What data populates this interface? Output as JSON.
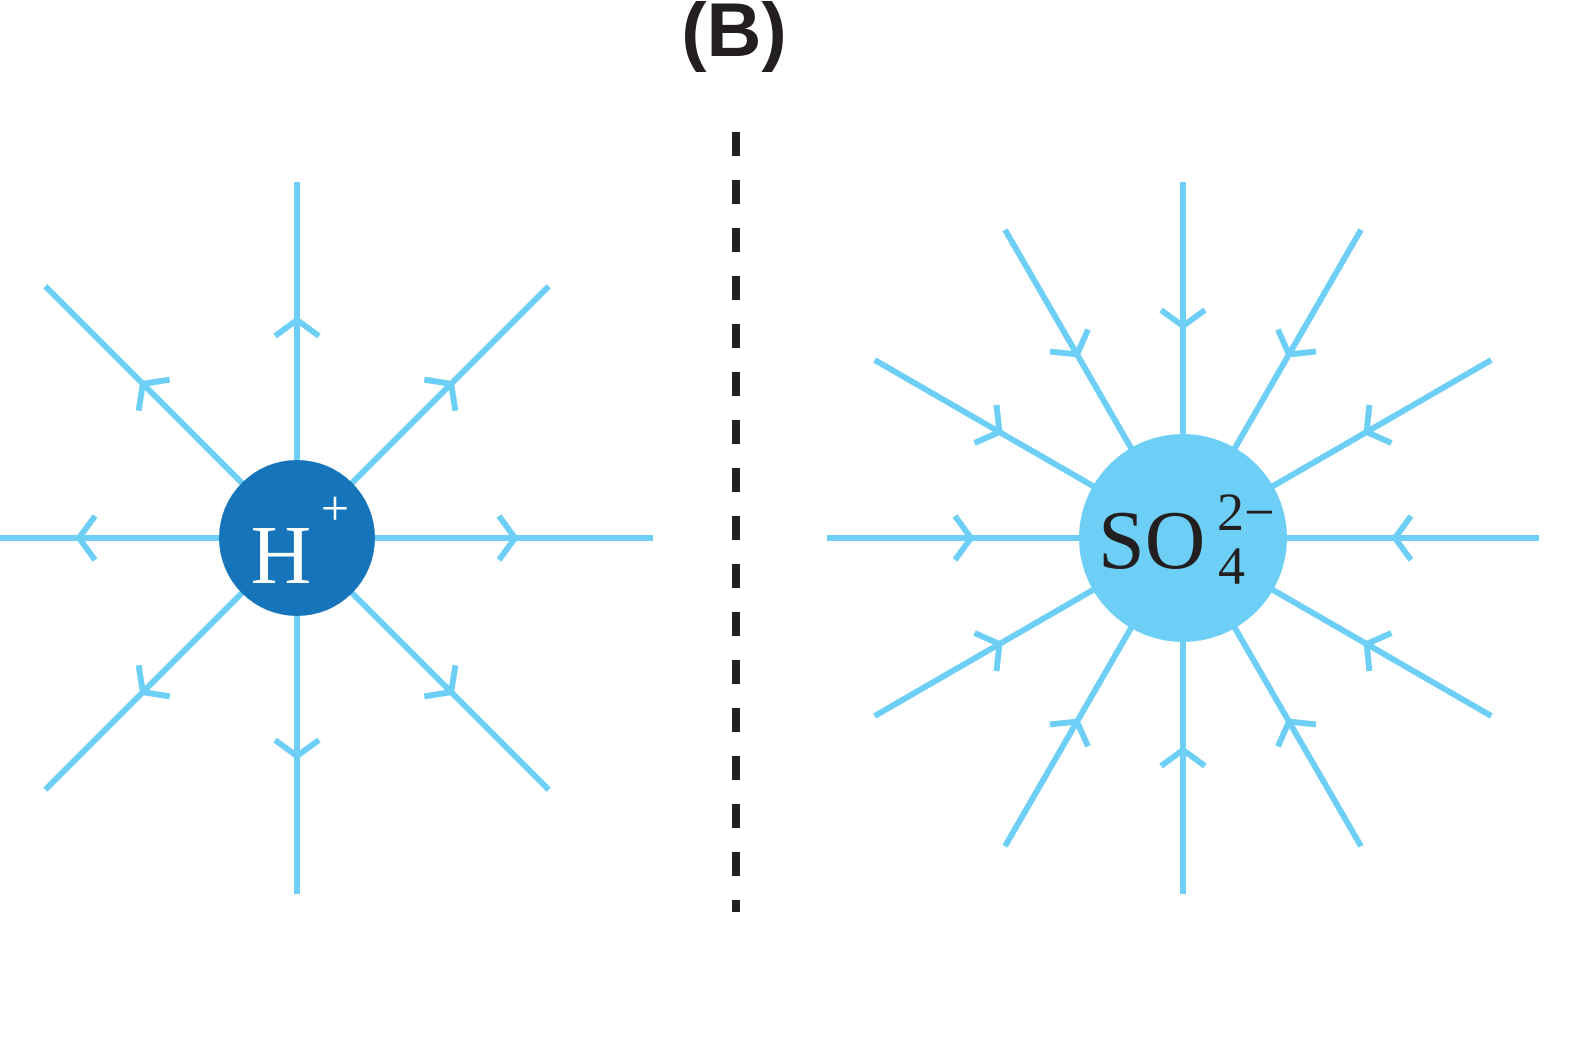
{
  "panel_label": "(B)",
  "cation": {
    "symbol": "H",
    "charge": "+",
    "fill_color": "#1675BA",
    "text_color": "#ffffff",
    "field_direction": "outward",
    "field_line_count": 8
  },
  "anion": {
    "symbol": "SO",
    "subscript": "4",
    "charge": "2−",
    "fill_color": "#6ECFF6",
    "text_color": "#231f20",
    "field_direction": "inward",
    "field_line_count": 12
  },
  "colors": {
    "field_line": "#6ECFF6",
    "divider": "#231f20",
    "label": "#231f20"
  }
}
